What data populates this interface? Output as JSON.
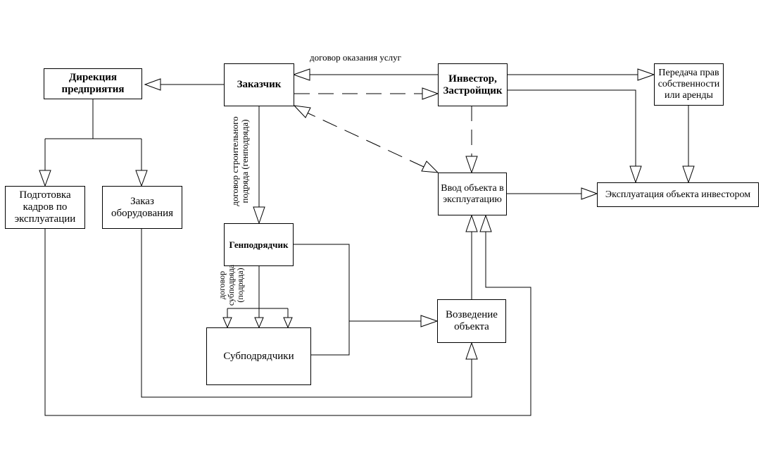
{
  "nodes": {
    "direction": "Дирекция предприятия",
    "customer": "Заказчик",
    "investor": "Инвестор, Застройщик",
    "transfer_rights": "Передача прав собственности или аренды",
    "staff_training": "Подготовка кадров по эксплуатации",
    "equipment_order": "Заказ оборудования",
    "commissioning": "Ввод объекта в эксплуатацию",
    "operation": "Эксплуатация объекта инвестором",
    "general_contractor": "Генподрядчик",
    "subcontractors": "Субподрядчики",
    "construction": "Возведение объекта"
  },
  "edge_labels": {
    "service_contract": "договор оказания услуг",
    "general_contract_line1": "договор строительного",
    "general_contract_line2": "подряда (генподряда)",
    "sub_contract_line1": "договор",
    "sub_contract_line2": "субподряда",
    "sub_contract_line3": "(подряда)"
  }
}
